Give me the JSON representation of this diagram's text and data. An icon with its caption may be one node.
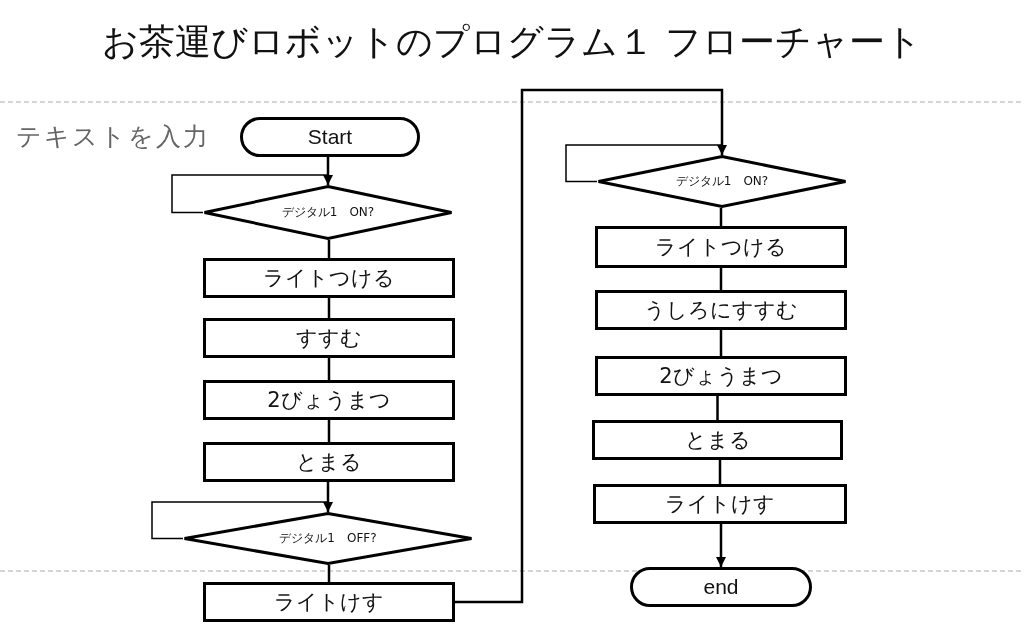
{
  "diagram": {
    "title": "お茶運びロボットのプログラム１ フローチャート",
    "nodes": [
      {
        "text": [
          "Start"
        ]
      },
      {
        "text": [
          "デジタル1　ON?"
        ]
      },
      {
        "text": [
          "ライトつける"
        ]
      },
      {
        "text": [
          "すすむ"
        ]
      },
      {
        "text": [
          "2びょうまつ"
        ]
      },
      {
        "text": [
          "とまる"
        ]
      },
      {
        "text": [
          "デジタル1　OFF?"
        ]
      },
      {
        "text": [
          "ライトけす"
        ]
      },
      {
        "text": [
          "デジタル1　ON?"
        ]
      },
      {
        "text": [
          "ライトつける"
        ]
      },
      {
        "text": [
          "うしろにすすむ"
        ]
      },
      {
        "text": [
          "2びょうまつ"
        ]
      },
      {
        "text": [
          "とまる"
        ]
      },
      {
        "text": [
          "ライトけす"
        ]
      },
      {
        "text": [
          "end"
        ]
      }
    ],
    "edges": [
      {
        "from": 0,
        "to": 1,
        "arrow": "none"
      },
      {
        "from": 1,
        "to": 1,
        "arrow": "to"
      },
      {
        "from": 1,
        "to": 2,
        "arrow": "none"
      },
      {
        "from": 2,
        "to": 3,
        "arrow": "none"
      },
      {
        "from": 3,
        "to": 4,
        "arrow": "none"
      },
      {
        "from": 4,
        "to": 5,
        "arrow": "none"
      },
      {
        "from": 5,
        "to": 6,
        "arrow": "none"
      },
      {
        "from": 6,
        "to": 6,
        "arrow": "to"
      },
      {
        "from": 6,
        "to": 7,
        "arrow": "none"
      },
      {
        "from": 7,
        "to": 8,
        "arrow": "none"
      },
      {
        "from": 8,
        "to": 8,
        "arrow": "to"
      },
      {
        "from": 8,
        "to": 9,
        "arrow": "none"
      },
      {
        "from": 9,
        "to": 10,
        "arrow": "none"
      },
      {
        "from": 10,
        "to": 11,
        "arrow": "none"
      },
      {
        "from": 11,
        "to": 12,
        "arrow": "none"
      },
      {
        "from": 12,
        "to": 13,
        "arrow": "none"
      },
      {
        "from": 13,
        "to": 14,
        "arrow": "to"
      }
    ],
    "labels": [
      "テキストを入力"
    ]
  }
}
